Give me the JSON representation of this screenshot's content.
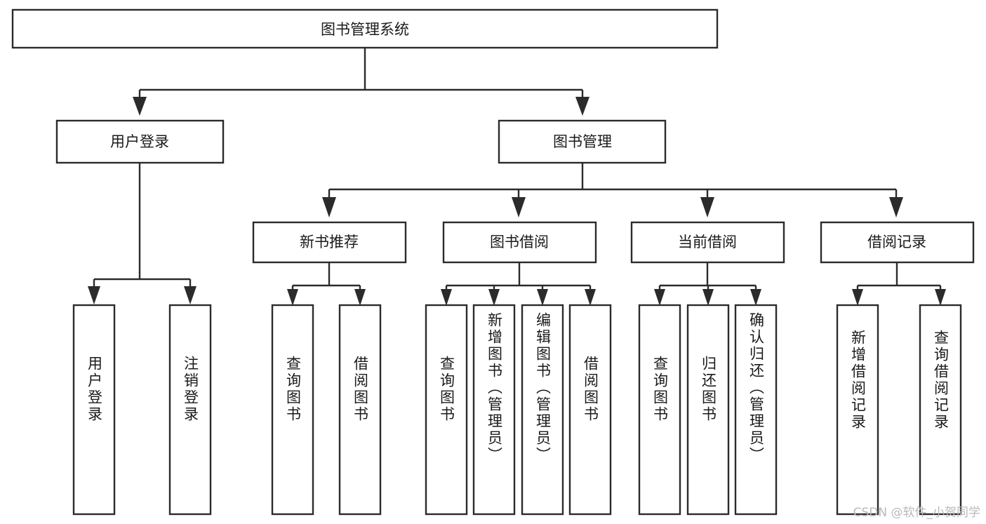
{
  "diagram": {
    "title": "图书管理系统",
    "watermark": "CSDN @软件_小贺同学",
    "type": "tree",
    "root": {
      "label": "图书管理系统",
      "children": [
        {
          "label": "用户登录",
          "children": [
            {
              "label": "用户登录"
            },
            {
              "label": "注销登录"
            }
          ]
        },
        {
          "label": "图书管理",
          "children": [
            {
              "label": "新书推荐",
              "children": [
                {
                  "label": "查询图书"
                },
                {
                  "label": "借阅图书"
                }
              ]
            },
            {
              "label": "图书借阅",
              "children": [
                {
                  "label": "查询图书"
                },
                {
                  "label": "新增图书（管理员）"
                },
                {
                  "label": "编辑图书（管理员）"
                },
                {
                  "label": "借阅图书"
                }
              ]
            },
            {
              "label": "当前借阅",
              "children": [
                {
                  "label": "查询图书"
                },
                {
                  "label": "归还图书"
                },
                {
                  "label": "确认归还（管理员）"
                }
              ]
            },
            {
              "label": "借阅记录",
              "children": [
                {
                  "label": "新增借阅记录"
                },
                {
                  "label": "查询借阅记录"
                }
              ]
            }
          ]
        }
      ]
    },
    "nodes": {
      "root": {
        "label": "图书管理系统"
      },
      "level1": [
        {
          "label": "用户登录"
        },
        {
          "label": "图书管理"
        }
      ],
      "level2": [
        {
          "label": "新书推荐"
        },
        {
          "label": "图书借阅"
        },
        {
          "label": "当前借阅"
        },
        {
          "label": "借阅记录"
        }
      ],
      "leaves": [
        {
          "label": "用户登录"
        },
        {
          "label": "注销登录"
        },
        {
          "label": "查询图书"
        },
        {
          "label": "借阅图书"
        },
        {
          "label": "查询图书"
        },
        {
          "label": "新增图书（管理员）"
        },
        {
          "label": "编辑图书（管理员）"
        },
        {
          "label": "借阅图书"
        },
        {
          "label": "查询图书"
        },
        {
          "label": "归还图书"
        },
        {
          "label": "确认归还（管理员）"
        },
        {
          "label": "新增借阅记录"
        },
        {
          "label": "查询借阅记录"
        }
      ]
    },
    "colors": {
      "stroke": "#2b2b2b",
      "fill": "#ffffff",
      "text": "#1a1a1a",
      "watermark": "#b9b9b9"
    }
  }
}
